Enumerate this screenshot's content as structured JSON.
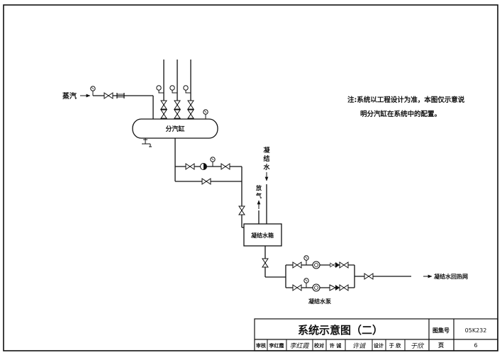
{
  "diagram": {
    "labels": {
      "steam_in": "蒸汽",
      "header": "分汽缸",
      "condensate_in": [
        "凝",
        "结",
        "水"
      ],
      "vent": [
        "放",
        "气"
      ],
      "tank": "凝结水箱",
      "pumps": "凝结水泵",
      "return_out": "凝结水回热网"
    },
    "note": {
      "line1": "注:系统以工程设计为准，本图仅示意说",
      "line2": "明分汽缸在系统中的配置。"
    },
    "components": {
      "branch_outlets": 3,
      "pump_count": 2
    }
  },
  "title_block": {
    "title": "系统示意图（二）",
    "atlas_label": "图集号",
    "atlas_no": "05K232",
    "page_label": "页",
    "page_no": "6",
    "roles": [
      {
        "role": "审核",
        "name": "李红霞",
        "signature": "李红霞"
      },
      {
        "role": "校对",
        "name": "许 诚",
        "signature": "许诚"
      },
      {
        "role": "设计",
        "name": "于 欣",
        "signature": "于欣"
      }
    ]
  }
}
